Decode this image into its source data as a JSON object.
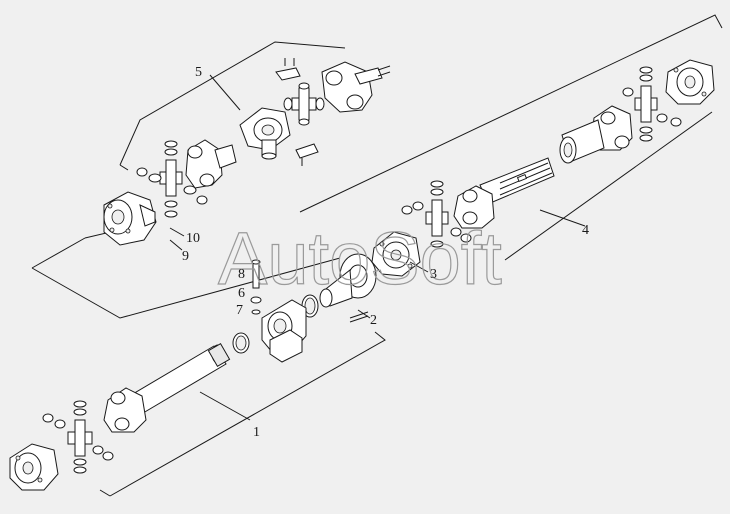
{
  "watermark": "AutoSoft",
  "callouts": [
    "1",
    "2",
    "3",
    "4",
    "5",
    "6",
    "7",
    "8",
    "9",
    "10"
  ],
  "colors": {
    "background": "#f0f0f0",
    "line": "#1a1a1a",
    "part_fill": "#ffffff",
    "watermark": "#9a9a9a"
  }
}
